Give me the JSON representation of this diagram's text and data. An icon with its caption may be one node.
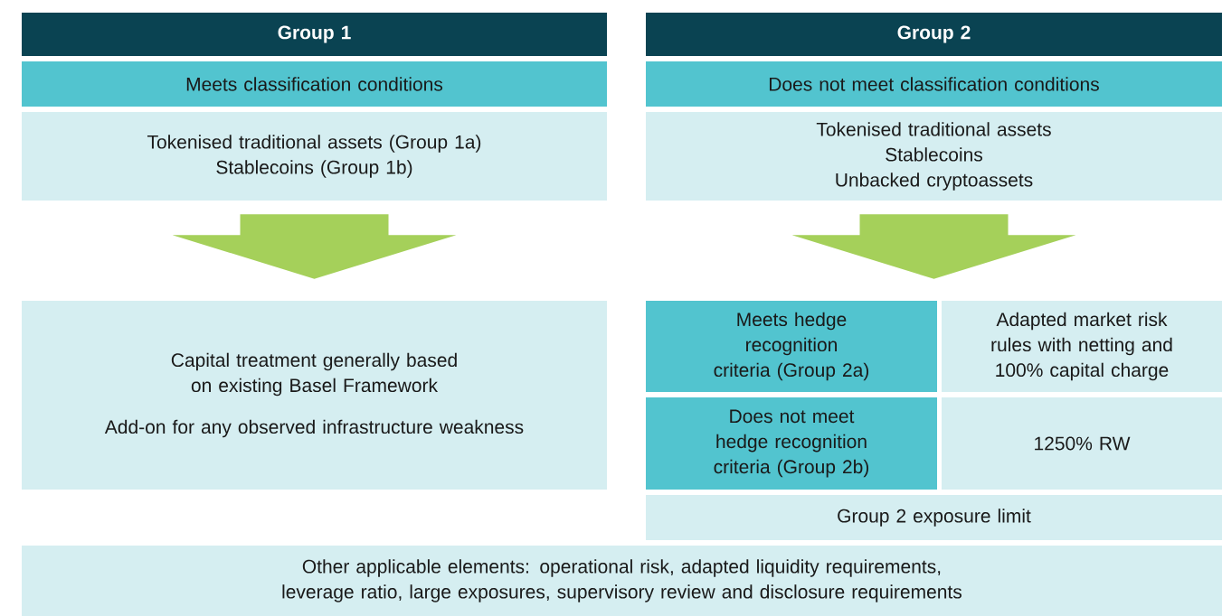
{
  "diagram": {
    "nodes": [
      {
        "text": [
          "Group 1"
        ]
      },
      {
        "text": [
          "Meets classification conditions"
        ]
      },
      {
        "text": [
          "Tokenised traditional assets (Group 1a)",
          "Stablecoins (Group 1b)"
        ]
      },
      {
        "text": [
          "Group 2"
        ]
      },
      {
        "text": [
          "Does not meet classification conditions"
        ]
      },
      {
        "text": [
          "Tokenised traditional assets",
          "Stablecoins",
          "Unbacked cryptoassets"
        ]
      },
      {
        "text": [
          "Capital treatment generally based on existing Basel Framework",
          "Add-on for any observed infrastructure weakness"
        ]
      },
      {
        "text": [
          "Meets hedge recognition criteria (Group 2a)"
        ]
      },
      {
        "text": [
          "Adapted market risk rules with netting and 100% capital charge"
        ]
      },
      {
        "text": [
          "Does not meet hedge recognition criteria (Group 2b)"
        ]
      },
      {
        "text": [
          "1250% RW"
        ]
      },
      {
        "text": [
          "Group 2 exposure limit"
        ]
      },
      {
        "text": [
          "Other applicable elements: operational risk, adapted liquidity requirements, leverage ratio, large exposures, supervisory review and disclosure requirements"
        ]
      }
    ],
    "edges": [
      {
        "from": 2,
        "to": 6,
        "arrow": "to"
      },
      {
        "from": 5,
        "to": 7,
        "arrow": "to"
      }
    ]
  }
}
